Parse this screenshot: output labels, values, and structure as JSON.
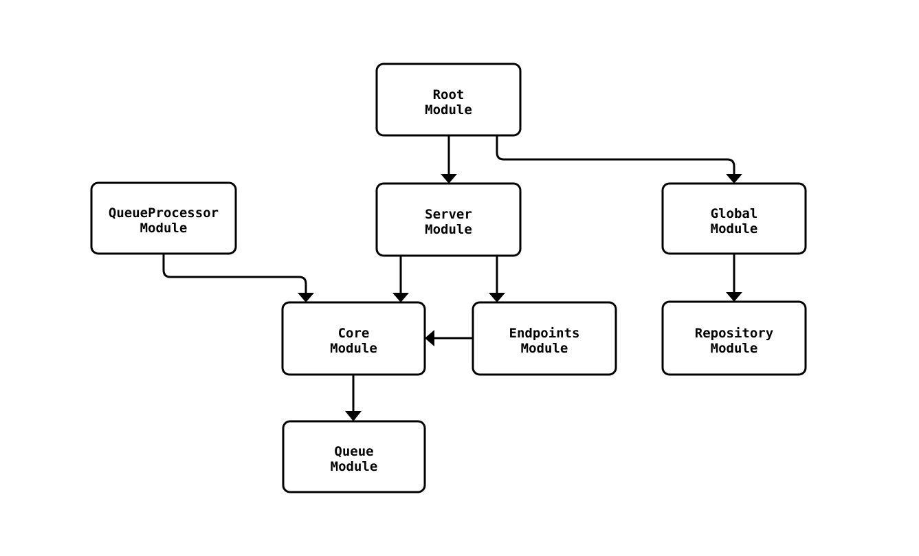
{
  "diagram": {
    "type": "flowchart",
    "direction": "top-down",
    "background_color": "#ffffff",
    "node_fill_color": "#ffffff",
    "node_border_color": "#000000",
    "edge_color": "#000000",
    "text_color": "#000000",
    "nodes": {
      "root": {
        "label": "Root Module",
        "lines": [
          "Root",
          "Module"
        ]
      },
      "server": {
        "label": "Server Module",
        "lines": [
          "Server",
          "Module"
        ]
      },
      "global": {
        "label": "Global Module",
        "lines": [
          "Global",
          "Module"
        ]
      },
      "queueprocessor": {
        "label": "QueueProcessor Module",
        "lines": [
          "QueueProcessor",
          "Module"
        ]
      },
      "core": {
        "label": "Core Module",
        "lines": [
          "Core",
          "Module"
        ]
      },
      "endpoints": {
        "label": "Endpoints Module",
        "lines": [
          "Endpoints",
          "Module"
        ]
      },
      "repository": {
        "label": "Repository Module",
        "lines": [
          "Repository",
          "Module"
        ]
      },
      "queue": {
        "label": "Queue Module",
        "lines": [
          "Queue",
          "Module"
        ]
      }
    },
    "edges": [
      {
        "from": "Root Module",
        "to": "Server Module"
      },
      {
        "from": "Root Module",
        "to": "Global Module"
      },
      {
        "from": "QueueProcessor Module",
        "to": "Core Module"
      },
      {
        "from": "Server Module",
        "to": "Core Module"
      },
      {
        "from": "Server Module",
        "to": "Endpoints Module"
      },
      {
        "from": "Endpoints Module",
        "to": "Core Module"
      },
      {
        "from": "Global Module",
        "to": "Repository Module"
      },
      {
        "from": "Core Module",
        "to": "Queue Module"
      }
    ]
  }
}
